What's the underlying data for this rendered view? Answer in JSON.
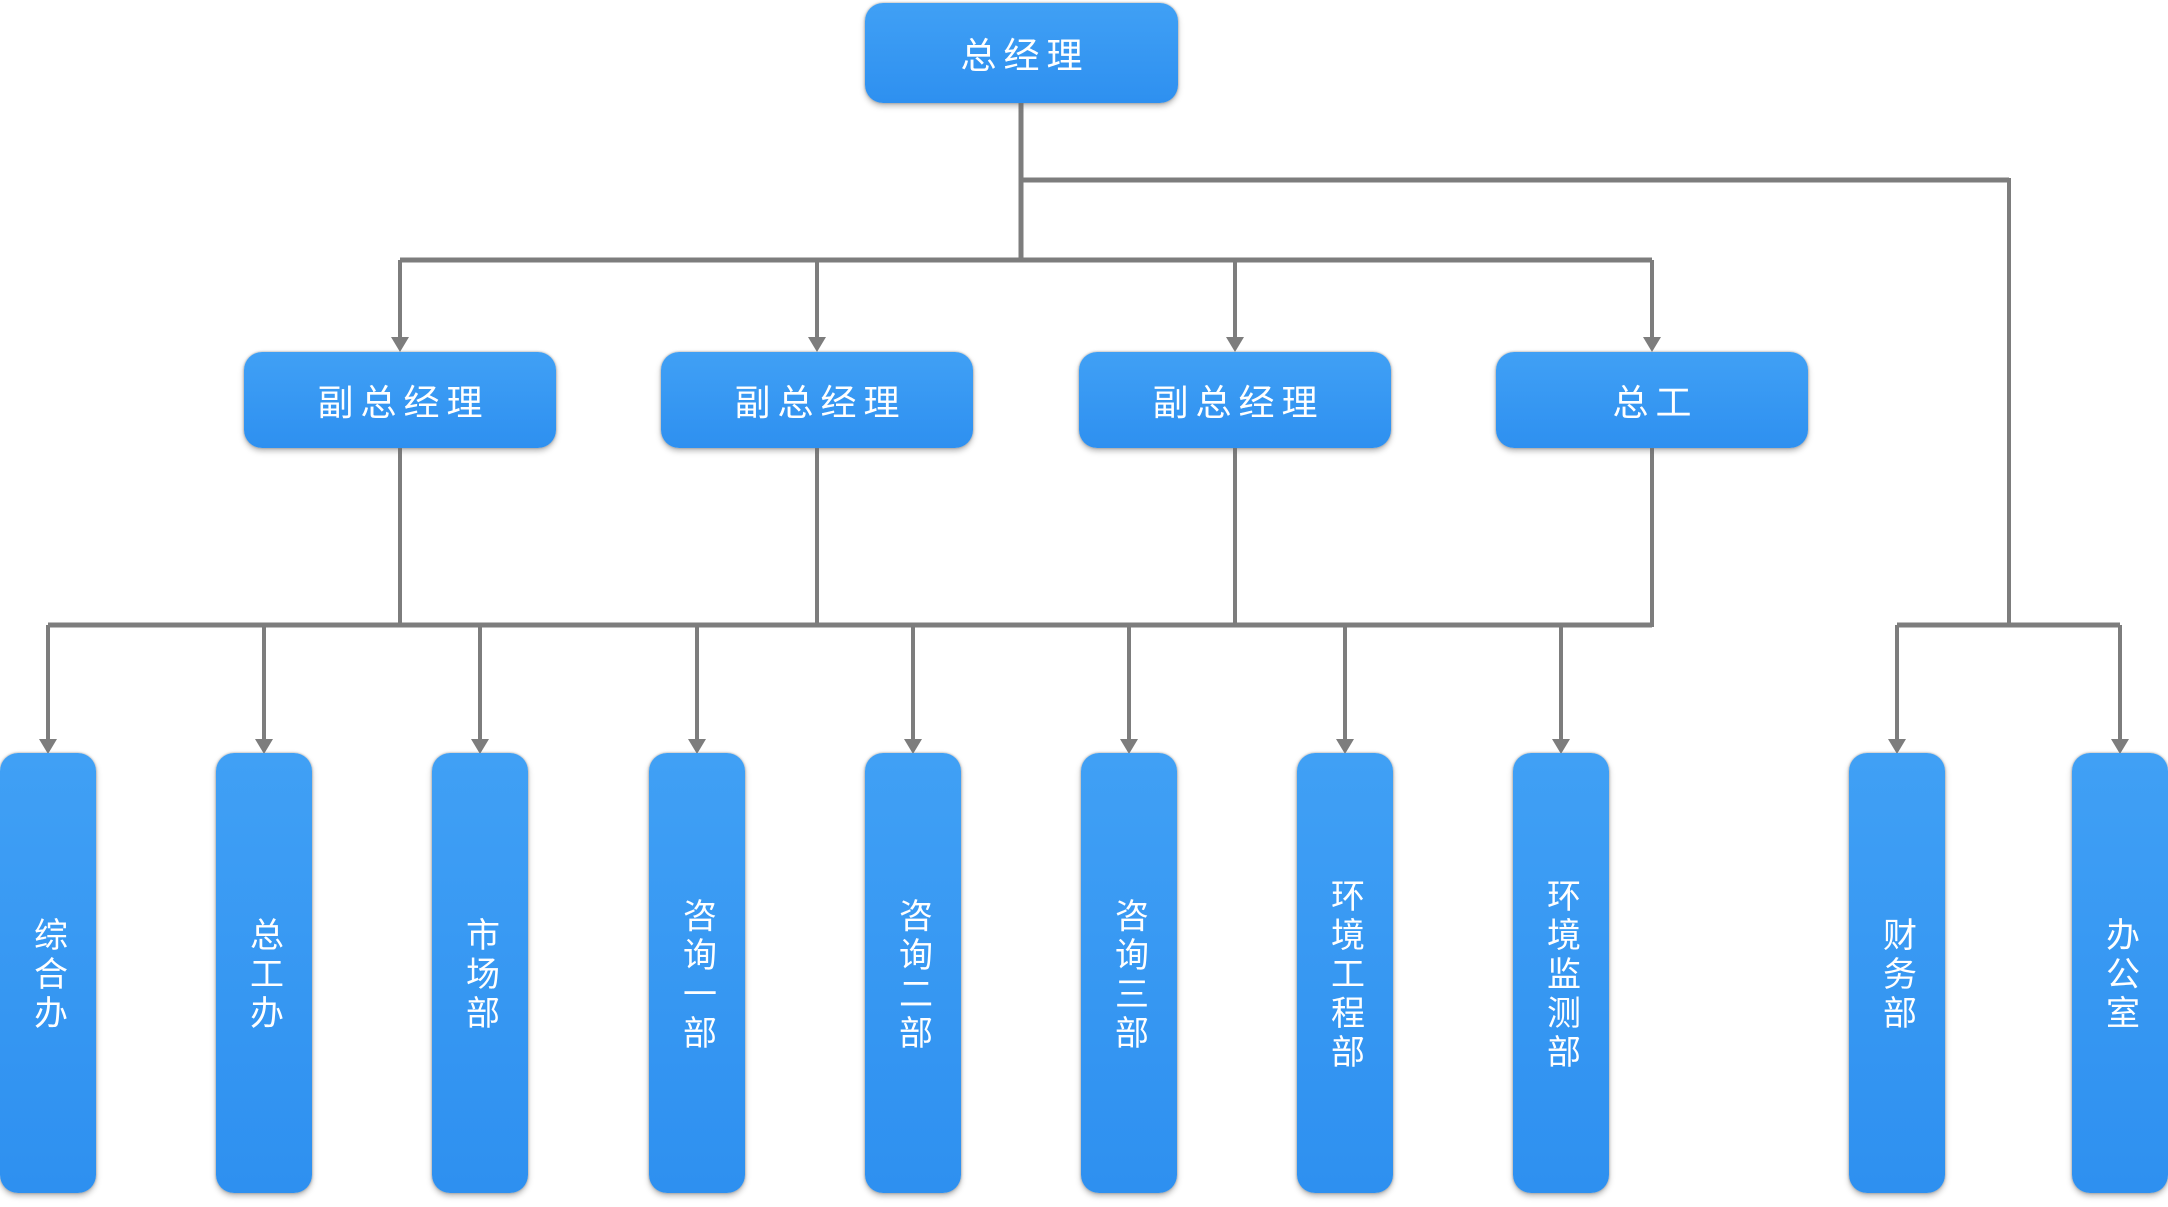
{
  "org_chart": {
    "root": {
      "label": "总经理"
    },
    "level2": [
      {
        "label": "副总经理"
      },
      {
        "label": "副总经理"
      },
      {
        "label": "副总经理"
      },
      {
        "label": "总工"
      }
    ],
    "departments": [
      {
        "label": "综合办"
      },
      {
        "label": "总工办"
      },
      {
        "label": "市场部"
      },
      {
        "label": "咨询一部"
      },
      {
        "label": "咨询二部"
      },
      {
        "label": "咨询三部"
      },
      {
        "label": "环境工程部"
      },
      {
        "label": "环境监测部"
      }
    ],
    "right_departments": [
      {
        "label": "财务部"
      },
      {
        "label": "办公室"
      }
    ],
    "colors": {
      "box_gradient_top": "#40a0f5",
      "box_gradient_bottom": "#2e90f0",
      "connector": "#7d7d7d",
      "text": "#ffffff",
      "background": "#ffffff"
    }
  }
}
